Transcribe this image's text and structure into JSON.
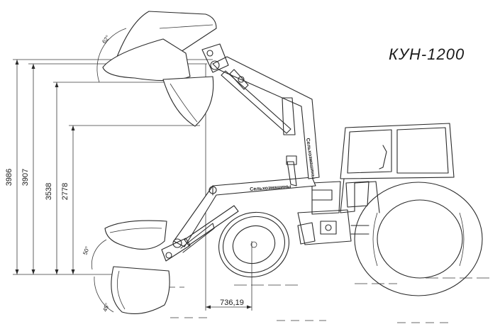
{
  "title": "КУН-1200",
  "dimensions": {
    "heights": [
      "3986",
      "3907",
      "3538",
      "2778"
    ],
    "reach": "736,19"
  },
  "angles": {
    "top": "62°",
    "bottom_upper": "50°",
    "bottom_lower": "45°"
  },
  "boom_labels": {
    "upper": "Сельхозмашины",
    "lower": "Сельхозмашины"
  }
}
